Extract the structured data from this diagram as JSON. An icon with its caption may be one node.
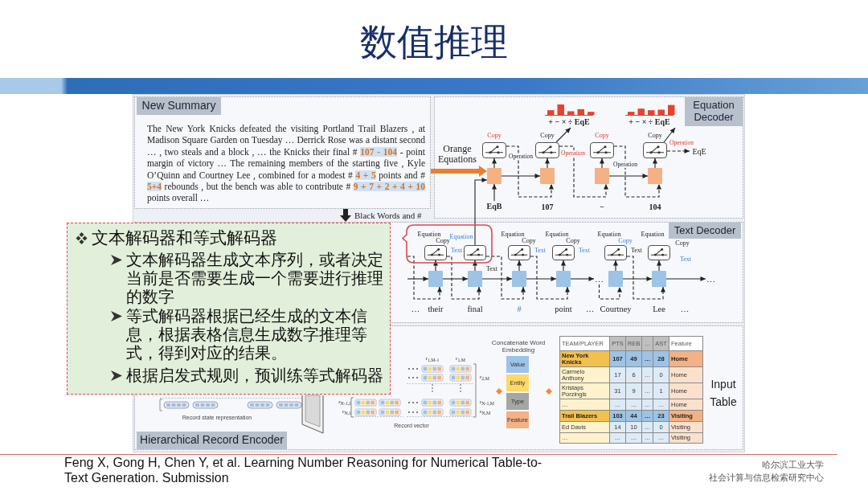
{
  "diagram": {
    "title": "数值推理",
    "nodes": [
      {
        "text": [
          "New Summary",
          "The New York Knicks defeated the visiting Portland Trail Blazers , at Madison Square Garden on Tuesday … Derrick Rose was a distant second … , two steals and a block , … the Knicks their final # **107 - 104** - point margin of victory … The remaining members of the starting five , Kyle O’Quinn and Courtney Lee , combined for a modest # **4 + 5** points and # **5+4** rebounds , but the bench was able to contribute # **9 + 7 + 2 + 4 + 10** points overall …"
        ]
      },
      {
        "text": [
          "Equation Decoder"
        ]
      },
      {
        "text": [
          "+ − × ÷ EqE"
        ],
        "in": 1
      },
      {
        "text": [
          "+ − × ÷ EqE"
        ],
        "in": 1
      },
      {
        "text": [],
        "shape": "box",
        "in": 1,
        "beside": [
          "Copy"
        ]
      },
      {
        "text": [],
        "shape": "box",
        "in": 1,
        "beside": [
          "Copy"
        ]
      },
      {
        "text": [],
        "shape": "box",
        "in": 1,
        "beside": [
          "Copy"
        ]
      },
      {
        "text": [],
        "shape": "box",
        "in": 1,
        "beside": [
          "Copy"
        ]
      },
      {
        "text": [],
        "shape": "box",
        "in": 1
      },
      {
        "text": [],
        "shape": "box",
        "in": 1
      },
      {
        "text": [],
        "shape": "box",
        "in": 1
      },
      {
        "text": [],
        "shape": "box",
        "in": 1
      },
      {
        "text": [
          "EqB"
        ],
        "in": 1
      },
      {
        "text": [
          "EqE"
        ],
        "in": 1
      },
      {
        "text": [
          "Text Decoder"
        ]
      },
      {
        "text": [],
        "shape": "box",
        "in": 14,
        "beside": [
          "Equation",
          "Copy",
          "Text"
        ]
      },
      {
        "text": [],
        "shape": "box",
        "in": 14,
        "beside": [
          "Equation",
          "Text"
        ]
      },
      {
        "text": [],
        "shape": "box",
        "in": 14,
        "beside": [
          "Equation",
          "Copy",
          "Text"
        ]
      },
      {
        "text": [],
        "shape": "box",
        "in": 14,
        "beside": [
          "Equation",
          "Copy",
          "Text"
        ]
      },
      {
        "text": [],
        "shape": "box",
        "in": 14,
        "beside": [
          "Equation",
          "Copy",
          "Text"
        ]
      },
      {
        "text": [],
        "shape": "box",
        "in": 14,
        "beside": [
          "Equation",
          "Copy",
          "Text"
        ]
      },
      {
        "text": [],
        "shape": "box",
        "in": 14
      },
      {
        "text": [],
        "shape": "box",
        "in": 14
      },
      {
        "text": [],
        "shape": "box",
        "in": 14
      },
      {
        "text": [],
        "shape": "box",
        "in": 14
      },
      {
        "text": [],
        "shape": "box",
        "in": 14
      },
      {
        "text": [],
        "shape": "box",
        "in": 14
      },
      {
        "text": [
          "Hierarchical Record Encoder"
        ]
      },
      {
        "text": [
          "Value"
        ],
        "in": 27
      },
      {
        "text": [
          "Entity"
        ],
        "in": 27
      },
      {
        "text": [
          "Type"
        ],
        "in": 27
      },
      {
        "text": [
          "Feature"
        ],
        "in": 27
      },
      {
        "text": [
          "文本解码器和等式解码器",
          "文本解码器生成文本序列，或者决定当前是否需要生成一个需要进行推理的数字",
          "等式解码器根据已经生成的文本信息，根据表格信息生成数字推理等式，得到对应的结果。",
          "根据启发式规则，预训练等式解码器"
        ]
      },
      {
        "text": [
          "…"
        ],
        "in": 14
      },
      {
        "text": [
          "…"
        ],
        "in": 14
      }
    ],
    "edges": [
      {
        "from": 0,
        "to": 8,
        "arrow": "to",
        "label": "Orange Equations",
        "style": "thick",
        "color": "#ed7d31"
      },
      {
        "from": 0,
        "to": 14,
        "arrow": "to",
        "label": "Black Words and #",
        "style": "thick"
      },
      {
        "from": 12,
        "to": 8,
        "arrow": "to"
      },
      {
        "from": 8,
        "to": 4,
        "arrow": "to"
      },
      {
        "from": 9,
        "to": 5,
        "arrow": "to"
      },
      {
        "from": 10,
        "to": 6,
        "arrow": "to"
      },
      {
        "from": 11,
        "to": 7,
        "arrow": "to"
      },
      {
        "from": 8,
        "to": 9,
        "arrow": "to"
      },
      {
        "from": 10,
        "to": 11,
        "arrow": "to"
      },
      {
        "from": 4,
        "to": 9,
        "arrow": "to",
        "label": "Operation",
        "style": "dashed"
      },
      {
        "from": 5,
        "to": 10,
        "arrow": "to",
        "label": "Operation",
        "style": "dashed"
      },
      {
        "from": 6,
        "to": 11,
        "arrow": "to",
        "label": "Operation",
        "style": "dashed"
      },
      {
        "from": 7,
        "to": 13,
        "arrow": "to",
        "label": "Operation",
        "style": "dashed"
      },
      {
        "from": 5,
        "to": 2,
        "arrow": "to"
      },
      {
        "from": 7,
        "to": 3,
        "arrow": "to"
      },
      {
        "from": 16,
        "to": 8,
        "arrow": "to"
      },
      {
        "from": 21,
        "to": 15,
        "arrow": "to"
      },
      {
        "from": 22,
        "to": 16,
        "arrow": "to"
      },
      {
        "from": 23,
        "to": 17,
        "arrow": "to"
      },
      {
        "from": 24,
        "to": 18,
        "arrow": "to"
      },
      {
        "from": 25,
        "to": 19,
        "arrow": "to"
      },
      {
        "from": 26,
        "to": 20,
        "arrow": "to"
      },
      {
        "from": null,
        "to": 21,
        "arrow": "to"
      },
      {
        "from": 21,
        "to": 22,
        "arrow": "to"
      },
      {
        "from": 22,
        "to": 23,
        "arrow": "to"
      },
      {
        "from": 23,
        "to": 24,
        "arrow": "to"
      },
      {
        "from": 24,
        "to": 33,
        "arrow": "to"
      },
      {
        "from": 25,
        "to": 26,
        "arrow": "to"
      },
      {
        "from": 26,
        "to": 34,
        "arrow": "to"
      },
      {
        "from": null,
        "to": 21,
        "arrow": "to",
        "style": "dashed"
      },
      {
        "from": 15,
        "to": 22,
        "arrow": "to",
        "style": "dashed"
      },
      {
        "from": 16,
        "to": 23,
        "arrow": "to",
        "style": "dashed"
      },
      {
        "from": 17,
        "to": 24,
        "arrow": "to",
        "style": "dashed"
      },
      {
        "from": 33,
        "to": 25,
        "arrow": "to",
        "style": "dashed"
      },
      {
        "from": 19,
        "to": 26,
        "arrow": "to",
        "style": "dashed"
      }
    ],
    "labels": [
      "107",
      "−",
      "104",
      "…",
      "their",
      "final",
      "#",
      "point",
      "…",
      "Courtney",
      "Lee",
      "…",
      "r$_{1,M-1}$",
      "r$_{1,M}$",
      "r$_{2,M}$",
      "r$_{N-1,1}$",
      "r$_{N-1,M}$",
      "r$_{N,1}$",
      "r$_{N,M}$",
      "Record state representation",
      "Record vector",
      "Concatenate Word Embedding",
      "TEAM/PLAYER",
      "PTS",
      "REB",
      "…",
      "AST",
      "Feature",
      "New York Knicks",
      "107",
      "49",
      "…",
      "28",
      "Home",
      "Carmelo Anthony",
      "17",
      "6",
      "…",
      "0",
      "Home",
      "Kristaps Porzingis",
      "31",
      "9",
      "…",
      "1",
      "Home",
      "…",
      "…",
      "…",
      "…",
      "…",
      "Home",
      "Trail Blazers",
      "103",
      "44",
      "…",
      "23",
      "Visiting",
      "Ed Davis",
      "14",
      "10",
      "…",
      "0",
      "Visiting",
      "…",
      "…",
      "…",
      "…",
      "…",
      "Visiting",
      "Input Table",
      "Feng X, Gong H, Chen Y, et al. Learning Number Reasoning for Numerical Table-to-Text Generation. Submission",
      "哈尔滨工业大学",
      "社会计算与信息检索研究中心"
    ]
  }
}
